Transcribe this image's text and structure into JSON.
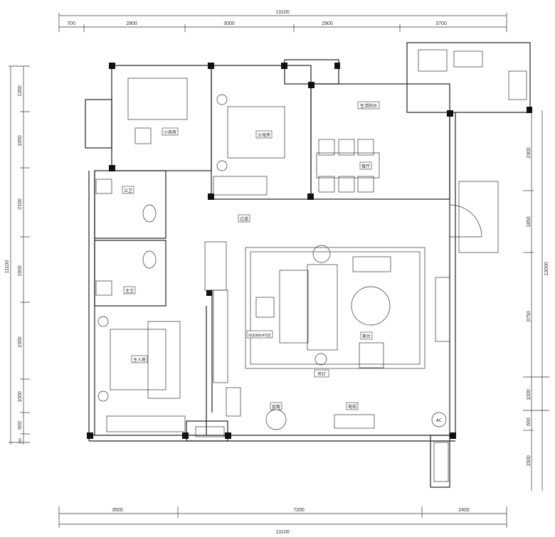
{
  "dimensions": {
    "top_total": "13100",
    "top_segments": [
      "700",
      "2800",
      "3000",
      "2900",
      "3700"
    ],
    "left_total": "11100",
    "left_segments": [
      "1350",
      "1650",
      "2100",
      "1900",
      "2300",
      "1000",
      "600",
      "200"
    ],
    "right_total": "13000",
    "right_segments": [
      "2300",
      "1850",
      "3750",
      "1000",
      "600",
      "1500"
    ],
    "bottom_total": "13100",
    "bottom_segments": [
      "3500",
      "7200",
      "2400"
    ]
  },
  "rooms": {
    "kids_room": "小孩房",
    "parents_room": "父母房",
    "utility_balcony": "生活阳台",
    "dining": "餐厅",
    "corridor": "过道",
    "public_bath": "公卫",
    "master_bath": "主卫",
    "master_bedroom": "主人房",
    "leisure_area": "阅读休闲书写区",
    "tea_area": "茶台",
    "pendant_lamp": "吊灯",
    "plant": "盆栽",
    "tv": "电视",
    "ac": "AC"
  }
}
